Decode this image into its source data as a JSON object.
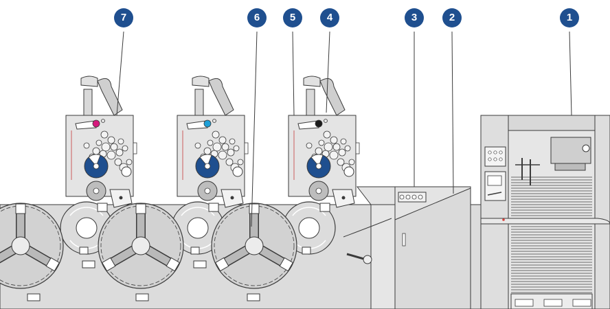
{
  "colors": {
    "callout": "#1f4f8f",
    "line": "#3a3a3a",
    "frame": "#dcdcdc",
    "unit": "#e4e4e4",
    "cylinder": "#d2d2d2",
    "ink_magenta": "#d6197c",
    "ink_cyan": "#1ea0d8",
    "ink_black": "#1b1b1b",
    "ink_roller_blue": "#1f4f8f"
  },
  "callouts": [
    {
      "label": "7"
    },
    {
      "label": "6"
    },
    {
      "label": "5"
    },
    {
      "label": "4"
    },
    {
      "label": "3"
    },
    {
      "label": "2"
    },
    {
      "label": "1"
    }
  ],
  "units": [
    {
      "name": "printing-unit-magenta",
      "ink": "magenta"
    },
    {
      "name": "printing-unit-cyan",
      "ink": "cyan"
    },
    {
      "name": "printing-unit-black",
      "ink": "black"
    }
  ]
}
